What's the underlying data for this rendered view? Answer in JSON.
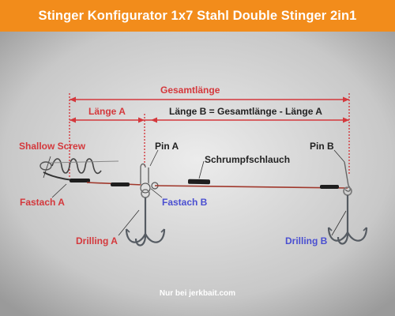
{
  "header": {
    "title": "Stinger Konfigurator 1x7 Stahl Double Stinger 2in1"
  },
  "dimensions": {
    "total_length": "Gesamtlänge",
    "length_a": "Länge A",
    "length_b": "Länge B = Gesamtlänge - Länge A"
  },
  "labels": {
    "shallow_screw": "Shallow Screw",
    "fastach_a": "Fastach A",
    "pin_a": "Pin A",
    "fastach_b": "Fastach B",
    "schrumpfschlauch": "Schrumpfschlauch",
    "pin_b": "Pin B",
    "drilling_a": "Drilling A",
    "drilling_b": "Drilling B"
  },
  "footer": {
    "text": "Nur bei jerkbait.com"
  },
  "colors": {
    "banner": "#f28c1b",
    "dimension_line": "#d4383c",
    "label_red": "#d4383c",
    "label_blue": "#4a4fd1",
    "wire": "#a0382c",
    "hook": "#555b62"
  }
}
